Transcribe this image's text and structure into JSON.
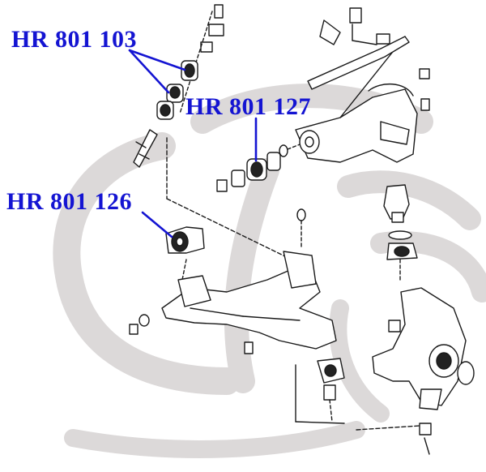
{
  "callouts": {
    "part_103": "HR 801 103",
    "part_127": "HR 801 127",
    "part_126": "HR 801 126"
  },
  "colors": {
    "callout": "#1414d2",
    "drawing": "#1a1a1a",
    "watermark": "#d9d6d6",
    "background": "#ffffff"
  },
  "watermark": "brand-logo-watermark"
}
